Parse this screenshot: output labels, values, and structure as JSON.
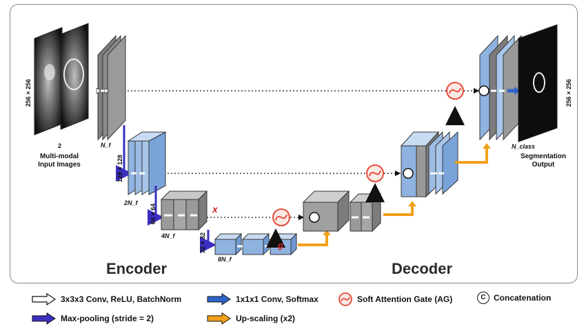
{
  "input": {
    "label": "Multi-modal\nInput Images",
    "channels": "2",
    "size": "256 × 256"
  },
  "output": {
    "label": "Segmentation\nOutput",
    "channels": "N_class",
    "size": "256 × 256"
  },
  "encoder": {
    "title": "Encoder",
    "levels": [
      {
        "size": "",
        "filters": "N_f"
      },
      {
        "size": "128 × 128",
        "filters": "2N_f"
      },
      {
        "size": "64 × 64",
        "filters": "4N_f"
      },
      {
        "size": "32 × 32",
        "filters": "8N_f"
      }
    ]
  },
  "decoder": {
    "title": "Decoder"
  },
  "gate_labels": {
    "x": "x",
    "g": "g"
  },
  "concat_symbol": "C",
  "legend": {
    "conv": "3x3x3 Conv, ReLU, BatchNorm",
    "conv1x1": "1x1x1 Conv, Softmax",
    "attention": "Soft Attention Gate (AG)",
    "concat": "Concatenation",
    "maxpool": "Max-pooling (stride = 2)",
    "upscale": "Up-scaling (x2)"
  },
  "colors": {
    "gray_block": "#9a9a9a",
    "blue_block": "#8fb3e0",
    "maxpool_arrow": "#3a2fbf",
    "conv1x1_arrow": "#2f63c9",
    "upscale_arrow": "#f2a01b",
    "attention": "#e84a3a"
  }
}
